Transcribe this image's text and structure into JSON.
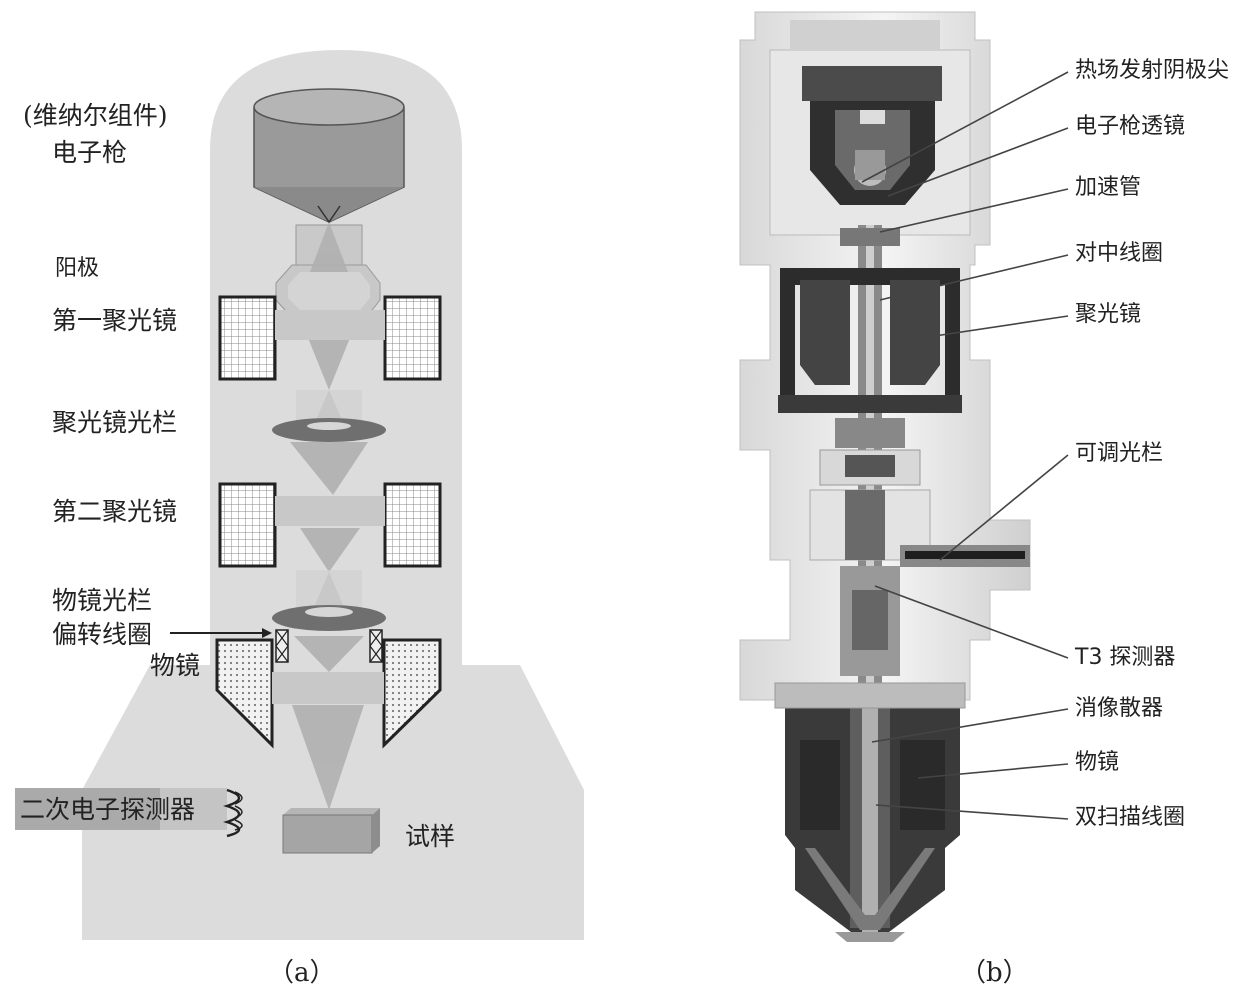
{
  "panel_a": {
    "gun_group": "(维纳尔组件)",
    "gun": "电子枪",
    "anode": "阳极",
    "condenser1": "第一聚光镜",
    "condenser_aperture": "聚光镜光栏",
    "condenser2": "第二聚光镜",
    "objective_aperture": "物镜光栏",
    "deflection_coil": "偏转线圈",
    "objective": "物镜",
    "se_detector": "二次电子探测器",
    "specimen": "试样",
    "caption": "（a）"
  },
  "panel_b": {
    "labels": [
      "热场发射阴极尖",
      "电子枪透镜",
      "加速管",
      "对中线圈",
      "聚光镜",
      "可调光栏",
      "T3 探测器",
      "消像散器",
      "物镜",
      "双扫描线圈"
    ],
    "caption": "（b）"
  }
}
